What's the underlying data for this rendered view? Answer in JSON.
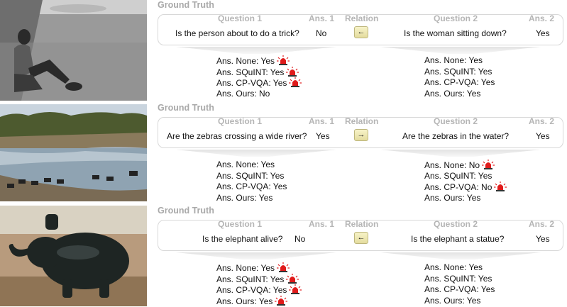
{
  "header_labels": {
    "question_1": "Question 1",
    "ans_1": "Ans. 1",
    "relation": "Relation",
    "question_2": "Question 2",
    "ans_2": "Ans. 2"
  },
  "examples": [
    {
      "ground_truth_label": "Ground Truth",
      "image": "grayscale-woman-sitting-on-pavement",
      "question_1": "Is the person about to do a trick?",
      "answer_1": "No",
      "relation_icon": "arrow-left-icon",
      "relation_glyph": "←",
      "question_2": "Is the woman sitting down?",
      "answer_2": "Yes",
      "answers_1": [
        {
          "text": "Ans. None: Yes",
          "alert": true
        },
        {
          "text": "Ans. SQuINT: Yes",
          "alert": true
        },
        {
          "text": "Ans. CP-VQA: Yes",
          "alert": true
        },
        {
          "text": "Ans. Ours: No",
          "alert": false
        }
      ],
      "answers_2": [
        {
          "text": "Ans. None: Yes",
          "alert": false
        },
        {
          "text": "Ans. SQuINT: Yes",
          "alert": false
        },
        {
          "text": "Ans. CP-VQA: Yes",
          "alert": false
        },
        {
          "text": "Ans. Ours: Yes",
          "alert": false
        }
      ]
    },
    {
      "ground_truth_label": "Ground Truth",
      "image": "zebras-crossing-river",
      "question_1": "Are the zebras crossing a wide river?",
      "answer_1": "Yes",
      "relation_icon": "arrow-right-icon",
      "relation_glyph": "→",
      "question_2": "Are the zebras in the water?",
      "answer_2": "Yes",
      "answers_1": [
        {
          "text": "Ans. None: Yes",
          "alert": false
        },
        {
          "text": "Ans. SQuINT: Yes",
          "alert": false
        },
        {
          "text": "Ans. CP-VQA: Yes",
          "alert": false
        },
        {
          "text": "Ans. Ours: Yes",
          "alert": false
        }
      ],
      "answers_2": [
        {
          "text": "Ans. None: No",
          "alert": true
        },
        {
          "text": "Ans. SQuINT: Yes",
          "alert": false
        },
        {
          "text": "Ans. CP-VQA: No",
          "alert": true
        },
        {
          "text": "Ans. Ours: Yes",
          "alert": false
        }
      ]
    },
    {
      "ground_truth_label": "Ground Truth",
      "image": "black-elephant-statue",
      "question_1": "Is the elephant alive?",
      "answer_1": "No",
      "relation_icon": "arrow-left-icon",
      "relation_glyph": "←",
      "question_2": "Is the elephant a statue?",
      "answer_2": "Yes",
      "answers_1": [
        {
          "text": "Ans. None: Yes",
          "alert": true
        },
        {
          "text": "Ans. SQuINT: Yes",
          "alert": true
        },
        {
          "text": "Ans. CP-VQA: Yes",
          "alert": true
        },
        {
          "text": "Ans. Ours: Yes",
          "alert": true
        }
      ],
      "answers_2": [
        {
          "text": "Ans. None: Yes",
          "alert": false
        },
        {
          "text": "Ans. SQuINT: Yes",
          "alert": false
        },
        {
          "text": "Ans. CP-VQA: Yes",
          "alert": false
        },
        {
          "text": "Ans. Ours: Yes",
          "alert": false
        }
      ]
    }
  ],
  "colors": {
    "alert": "#e01b1b",
    "header_text": "#b5b5b5",
    "relation_button": "#efe9b4"
  }
}
